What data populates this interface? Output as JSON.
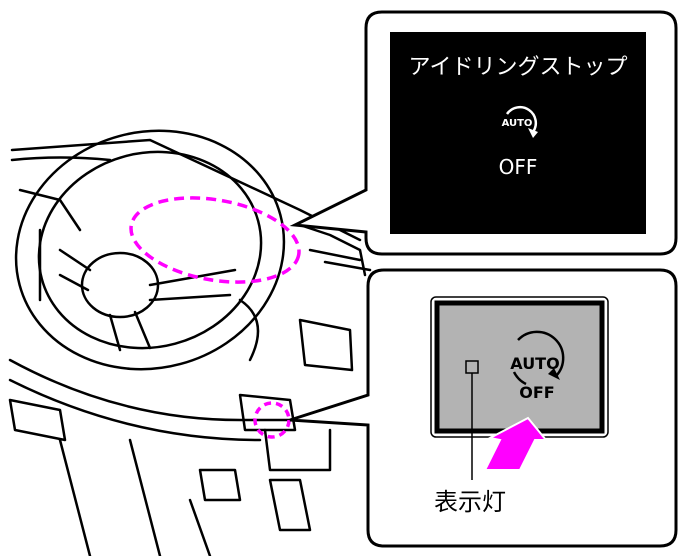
{
  "display_callout": {
    "title": "アイドリングストップ",
    "icon_label": "AUTO",
    "status": "OFF"
  },
  "switch_callout": {
    "switch_label_top": "AUTO",
    "switch_label_bottom": "OFF",
    "indicator_label": "表示灯"
  },
  "colors": {
    "highlight": "#ff00ff",
    "display_bg": "#000000",
    "switch_bg": "#b3b3b3"
  }
}
